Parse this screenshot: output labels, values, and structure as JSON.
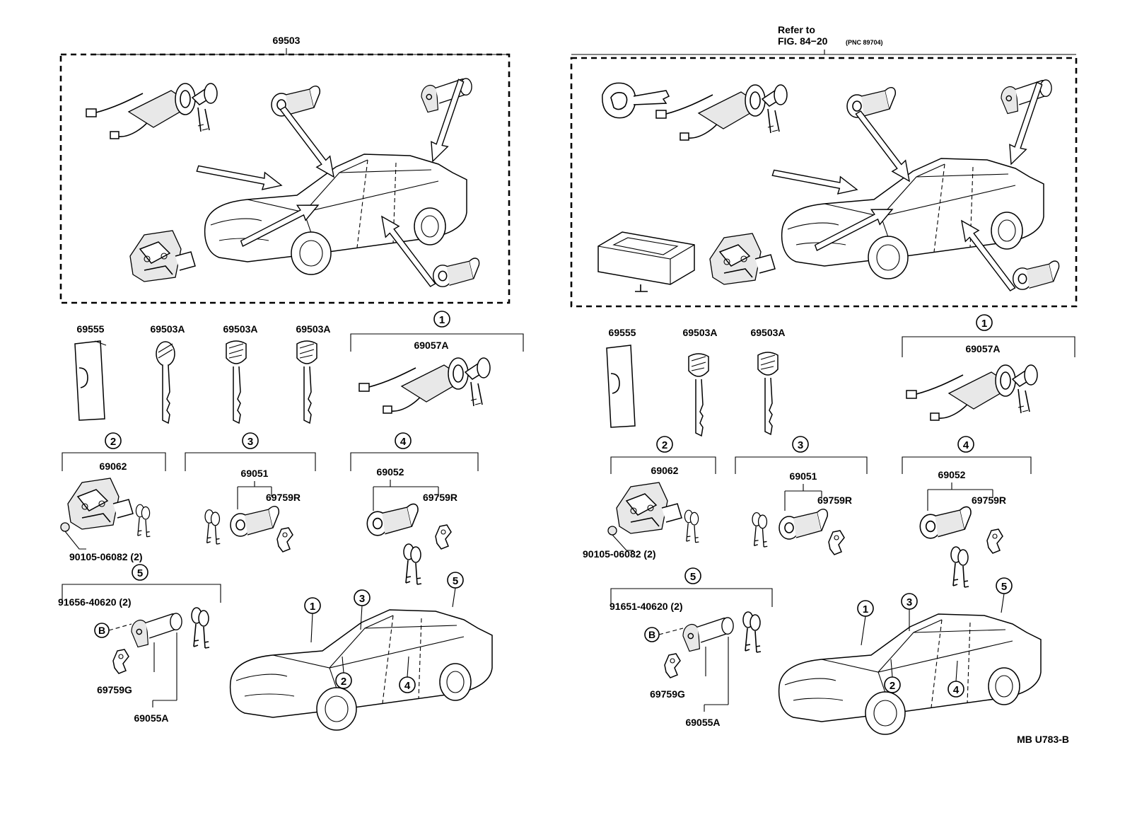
{
  "diagram_code": "MB U783-B",
  "left": {
    "assembly_label": "69503",
    "top_labels": [
      "69555",
      "69503A",
      "69503A",
      "69503A"
    ],
    "callouts": {
      "c1": {
        "num": "1",
        "parts": [
          "69057A"
        ]
      },
      "c2": {
        "num": "2",
        "parts": [
          "69062",
          "90105-06082 (2)"
        ]
      },
      "c3": {
        "num": "3",
        "parts": [
          "69051",
          "69759R"
        ]
      },
      "c4": {
        "num": "4",
        "parts": [
          "69052",
          "69759R"
        ]
      },
      "c5": {
        "num": "5",
        "parts": [
          "91656-40620 (2)",
          "69759G",
          "69055A"
        ]
      }
    },
    "bolt_symbol": "B"
  },
  "right": {
    "refer_line1": "Refer to",
    "refer_line2": "FIG. 84−20",
    "refer_pnc": "(PNC 89704)",
    "top_labels": [
      "69555",
      "69503A",
      "69503A"
    ],
    "callouts": {
      "c1": {
        "num": "1",
        "parts": [
          "69057A"
        ]
      },
      "c2": {
        "num": "2",
        "parts": [
          "69062",
          "90105-06082 (2)"
        ]
      },
      "c3": {
        "num": "3",
        "parts": [
          "69051",
          "69759R"
        ]
      },
      "c4": {
        "num": "4",
        "parts": [
          "69052",
          "69759R"
        ]
      },
      "c5": {
        "num": "5",
        "parts": [
          "91651-40620 (2)",
          "69759G",
          "69055A"
        ]
      }
    },
    "bolt_symbol": "B"
  }
}
